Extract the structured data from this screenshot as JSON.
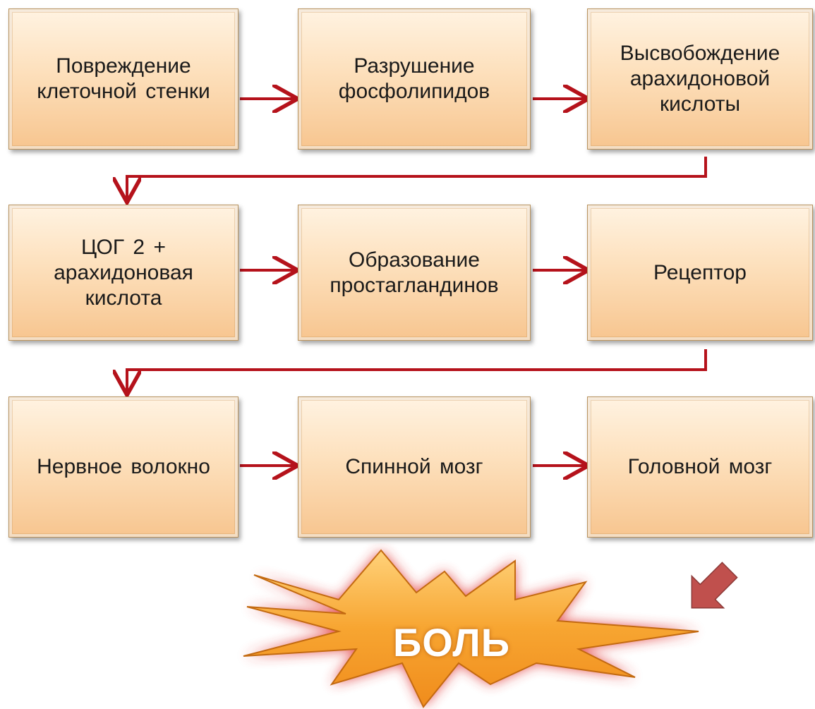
{
  "boxes": [
    "Повреждение\nклеточной стенки",
    "Разрушение\nфосфолипидов",
    "Высвобождение\nарахидоновой\nкислоты",
    "ЦОГ 2 +\nарахидоновая\nкислота",
    "Образование\nпростагландинов",
    "Рецептор",
    "Нервное волокно",
    "Спинной мозг",
    "Головной мозг"
  ],
  "result": "БОЛЬ",
  "colors": {
    "arrow": "#b5121b",
    "box_fill_top": "#fff3e2",
    "box_fill_bottom": "#f7c58f",
    "burst_fill": "#f7a531",
    "burst_glow": "#e03030",
    "big_arrow": "#c0504d"
  }
}
